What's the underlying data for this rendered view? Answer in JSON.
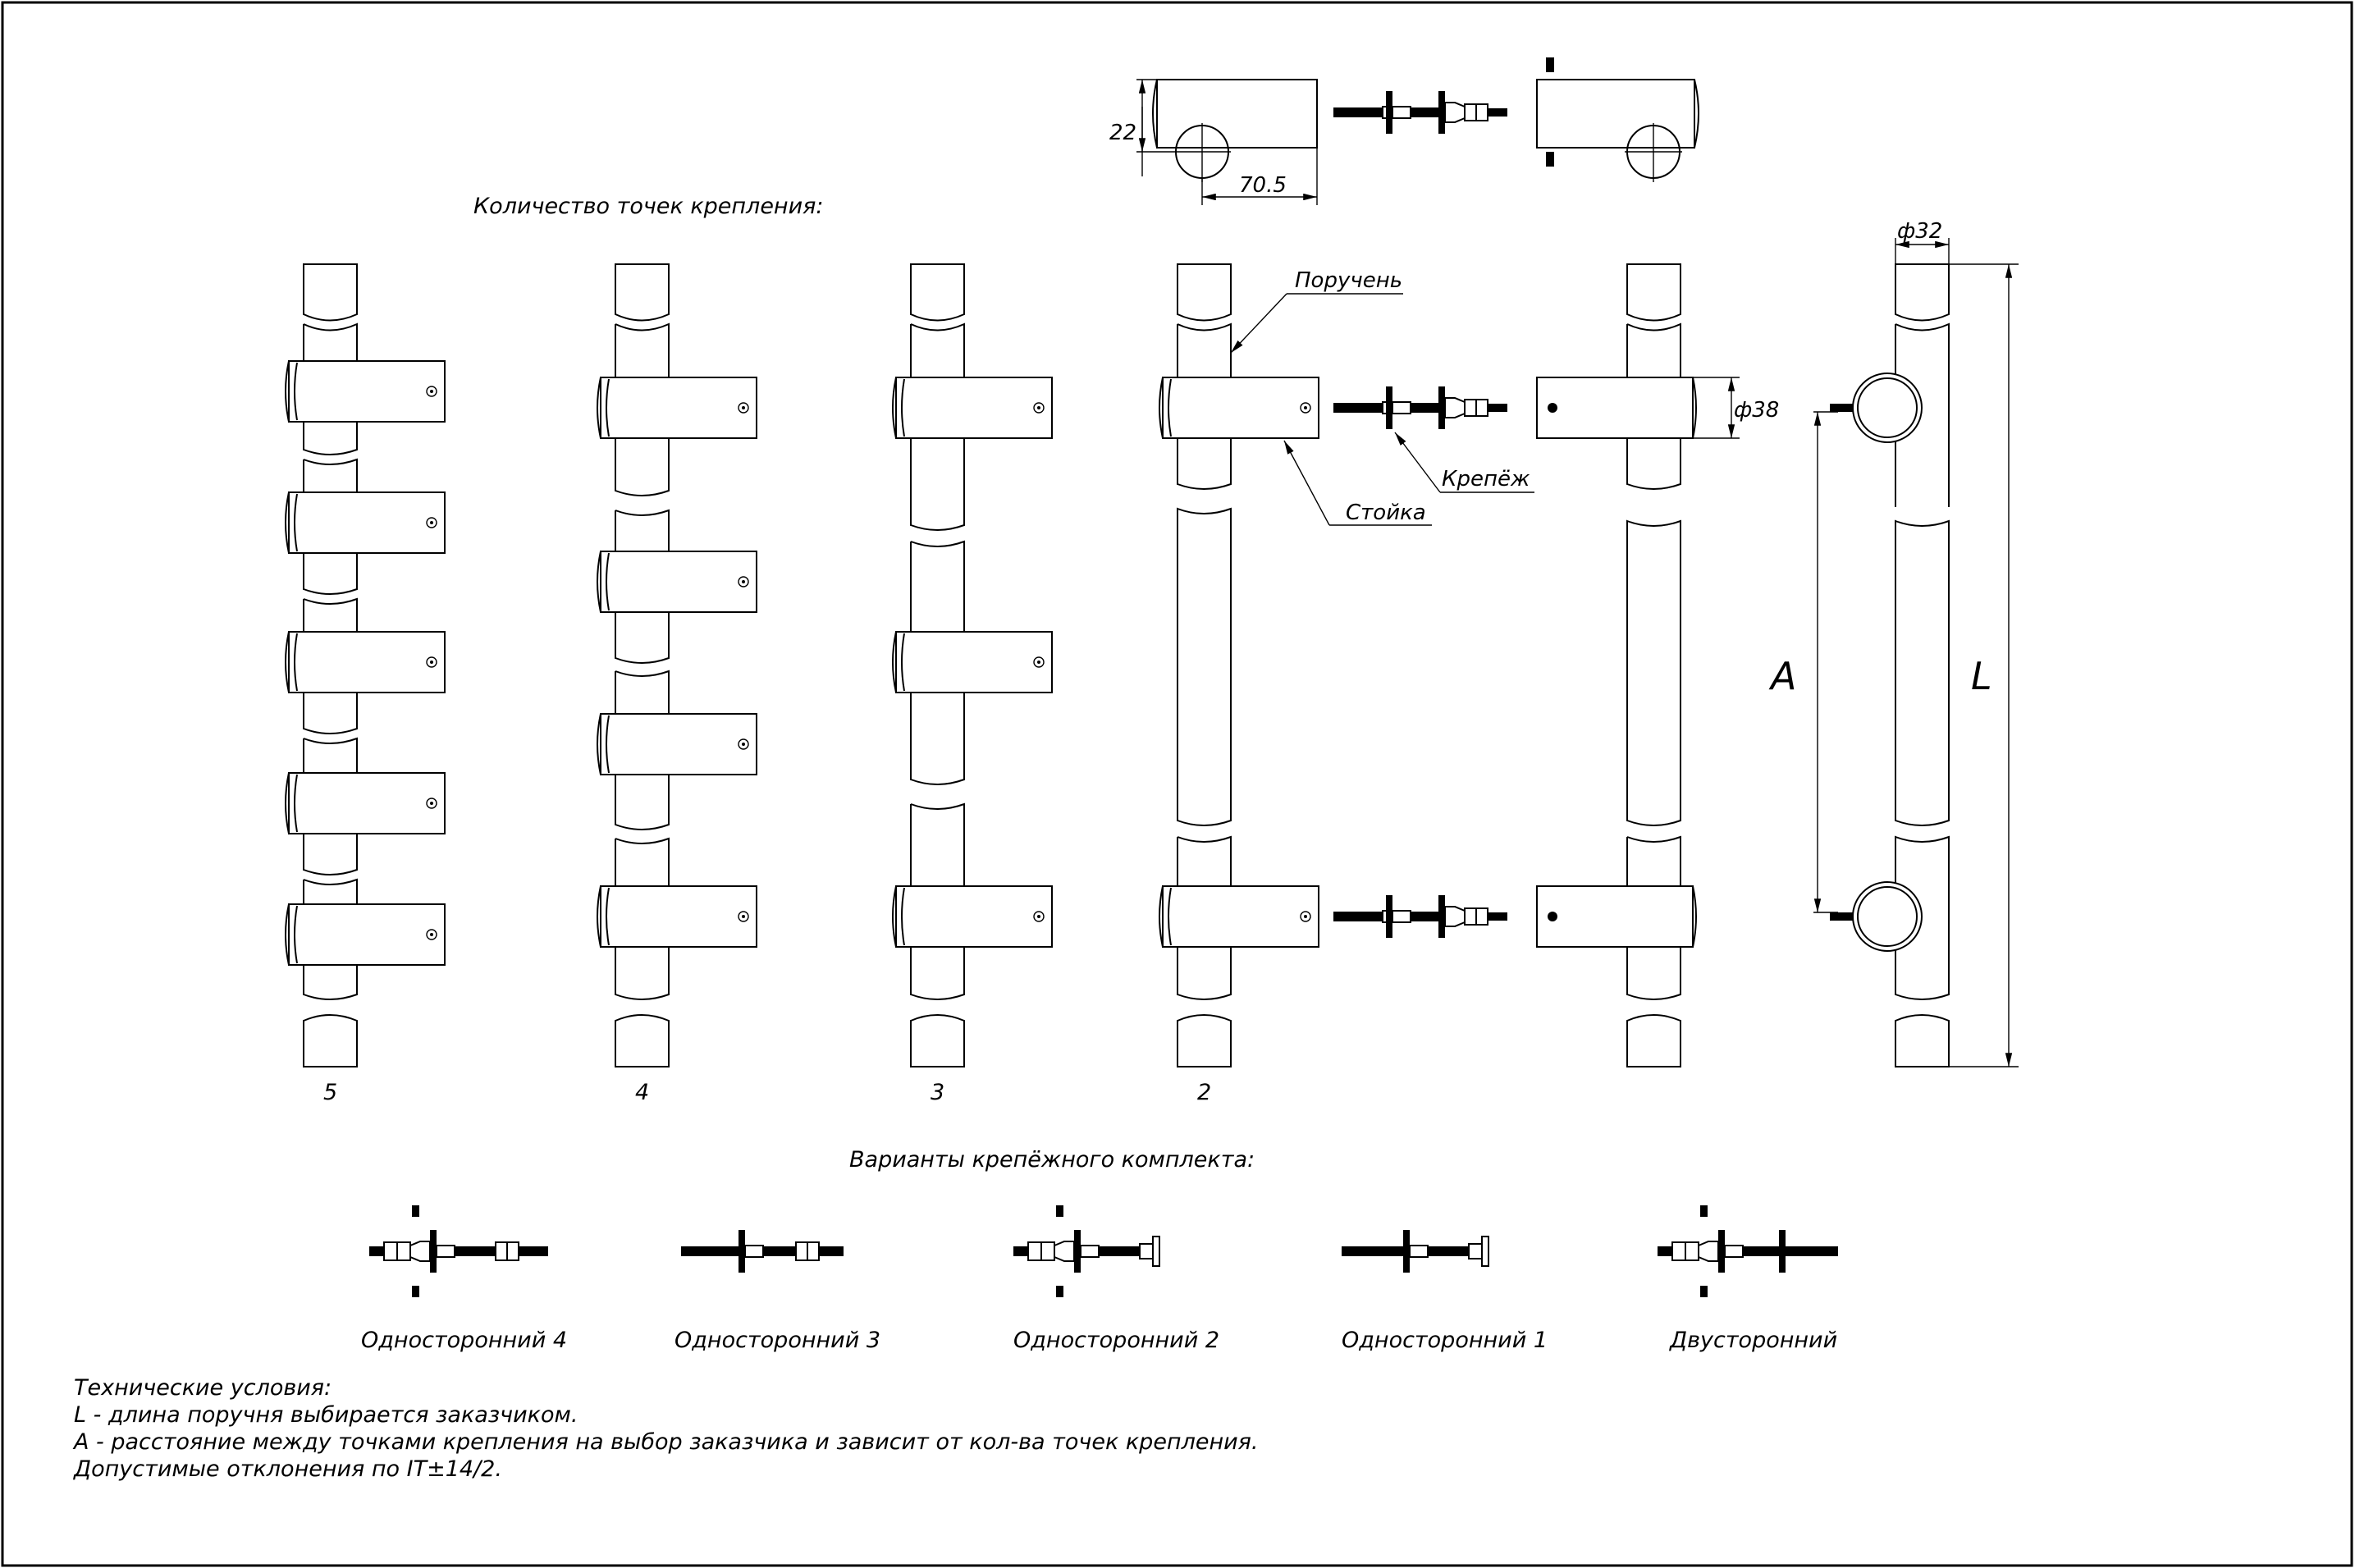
{
  "headings": {
    "attachment_count": "Количество точек крепления:",
    "kit_variants": "Варианты крепёжного комплекта:"
  },
  "dimensions": {
    "d22": "22",
    "d70_5": "70.5",
    "d38": "ф38",
    "d32": "ф32",
    "A": "A",
    "L": "L"
  },
  "callouts": {
    "handrail": "Поручень",
    "fastener": "Крепёж",
    "post": "Стойка"
  },
  "counts": [
    "5",
    "4",
    "3",
    "2"
  ],
  "kits": [
    "Односторонний 4",
    "Односторонний 3",
    "Односторонний 2",
    "Односторонний 1",
    "Двусторонний"
  ],
  "notes": {
    "title": "Технические условия:",
    "line1": "L - длина поручня выбирается заказчиком.",
    "line2": "A - расстояние между точками крепления на выбор заказчика и зависит от кол-ва точек крепления.",
    "line3": "Допустимые отклонения по IT±14/2."
  }
}
